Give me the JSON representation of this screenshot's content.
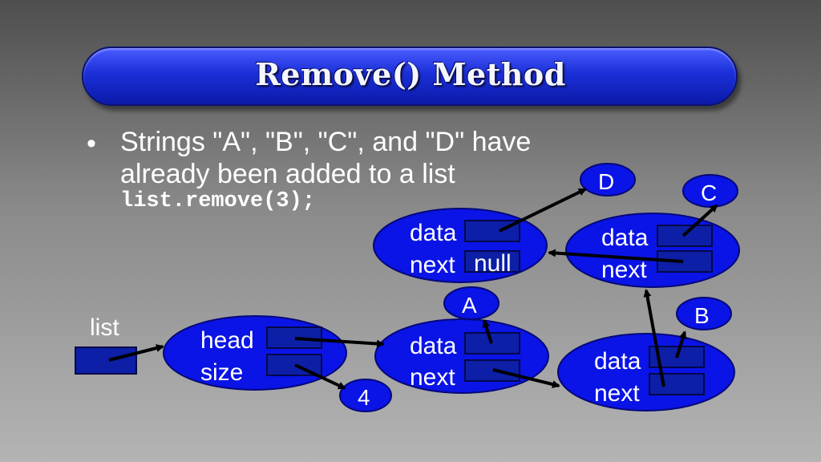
{
  "title": "Remove() Method",
  "bullet": {
    "line1": "Strings \"A\", \"B\", \"C\", and \"D\" have",
    "line2": "already been added to a list",
    "code": "list.remove(3);"
  },
  "diagram": {
    "list_label": "list",
    "head_label": "head",
    "size_label": "size",
    "size_value": "4",
    "data_label": "data",
    "next_label": "next",
    "null_label": "null",
    "values": {
      "a": "A",
      "b": "B",
      "c": "C",
      "d": "D"
    }
  },
  "colors": {
    "node_fill": "#0a14e6",
    "field_fill": "#0c1fa6",
    "title_blue": "#1a2fd8"
  }
}
